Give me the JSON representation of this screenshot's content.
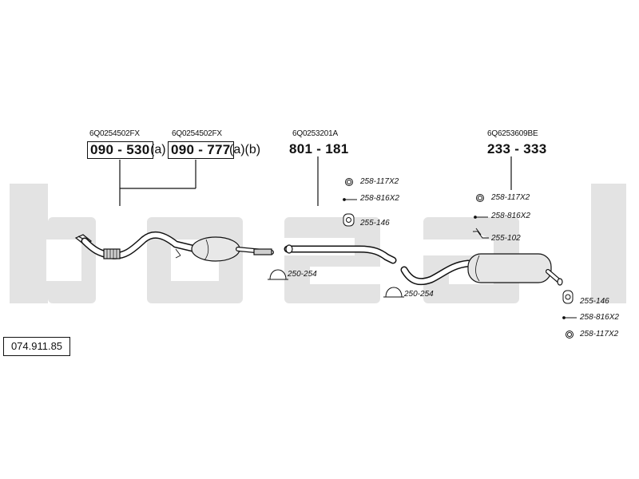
{
  "reference_number": "074.911.85",
  "watermark": {
    "text": "bosal",
    "color": "#e3e3e3"
  },
  "front_section": {
    "oem_1": "6Q0254502FX",
    "oem_2": "6Q0254502FX",
    "code_1": "090 - 530",
    "suffix_1": "(a)",
    "code_2": "090 - 777",
    "suffix_2": "(a)(b)"
  },
  "middle_section": {
    "oem": "6Q0253201A",
    "code": "801 - 181"
  },
  "rear_section": {
    "oem": "6Q6253609BE",
    "code": "233 - 333"
  },
  "parts": {
    "p1": "258-117X2",
    "p2": "258-816X2",
    "p3": "255-146",
    "p4": "250-254",
    "p5": "250-254",
    "p6": "258-117X2",
    "p7": "258-816X2",
    "p8": "255-102",
    "p9": "255-146",
    "p10": "258-816X2",
    "p11": "258-117X2"
  }
}
